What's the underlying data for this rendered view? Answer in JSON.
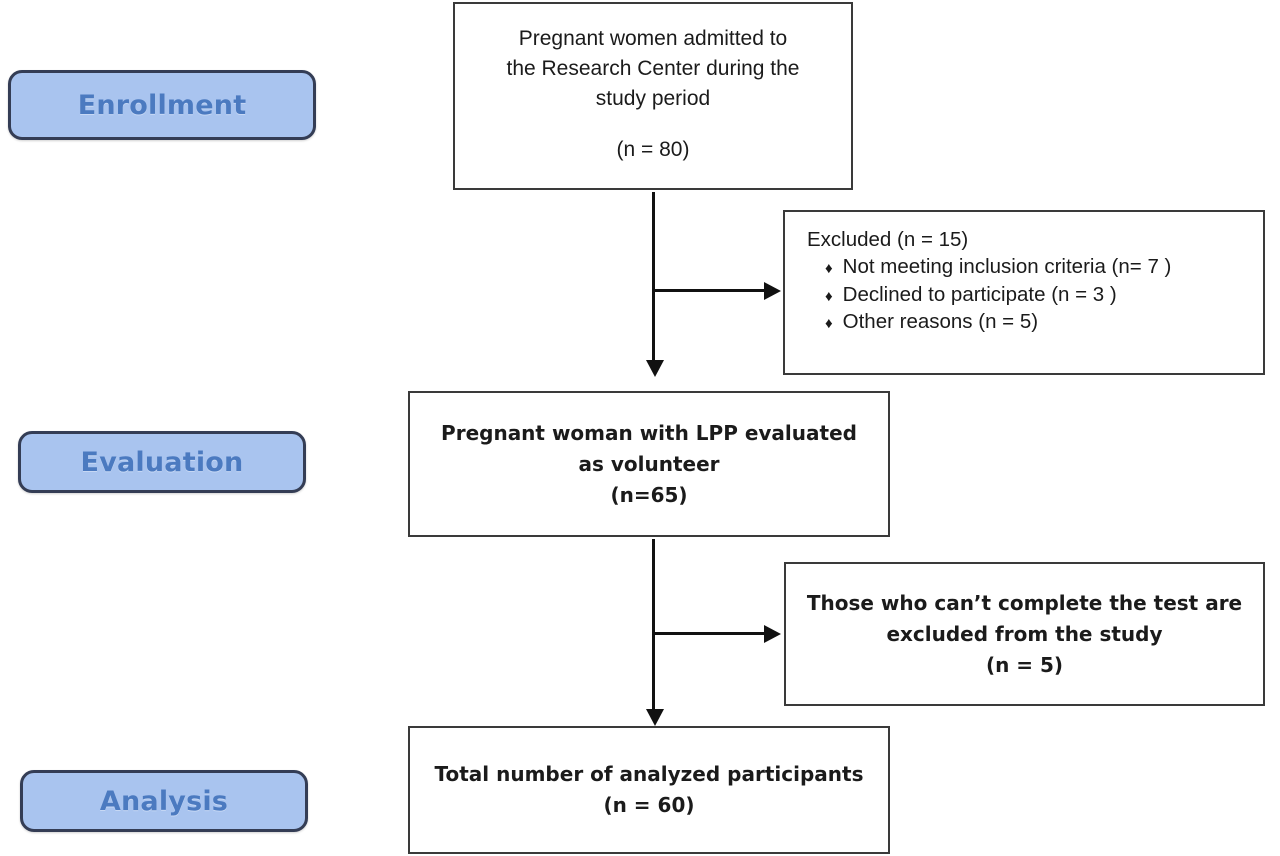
{
  "diagram": {
    "type": "flowchart",
    "title": "CONSORT-style participant flow diagram",
    "colors": {
      "pill_fill": "#a9c4ef",
      "pill_border": "#343d55",
      "pill_text": "#4b7ac0",
      "box_border": "#3a3a3a",
      "box_fill": "#ffffff",
      "connector": "#111111",
      "text": "#1b1b1b"
    },
    "stages": [
      {
        "id": "enrollment",
        "label": "Enrollment"
      },
      {
        "id": "evaluation",
        "label": "Evaluation"
      },
      {
        "id": "analysis",
        "label": "Analysis"
      }
    ],
    "boxes": {
      "admitted": {
        "lines": [
          "Pregnant women admitted to",
          "the Research Center during the",
          "study period"
        ],
        "count_line": "(n = 80)",
        "n": 80
      },
      "excluded": {
        "heading": "Excluded (n = 15)",
        "n": 15,
        "bullet_mark": "♦",
        "bullets": [
          {
            "text": "Not meeting inclusion criteria (n= 7 )",
            "n": 7
          },
          {
            "text": "Declined to participate (n = 3 )",
            "n": 3
          },
          {
            "text": "Other reasons (n = 5)",
            "n": 5
          }
        ]
      },
      "evaluated": {
        "lines": [
          "Pregnant woman with LPP evaluated",
          "as volunteer"
        ],
        "count_line": "(n=65)",
        "n": 65
      },
      "not_completed": {
        "lines": [
          "Those who can’t complete the test are",
          "excluded from the study"
        ],
        "count_line": "(n = 5)",
        "n": 5
      },
      "analyzed": {
        "lines": [
          "Total number of analyzed participants"
        ],
        "count_line": "(n = 60)",
        "n": 60
      }
    }
  }
}
